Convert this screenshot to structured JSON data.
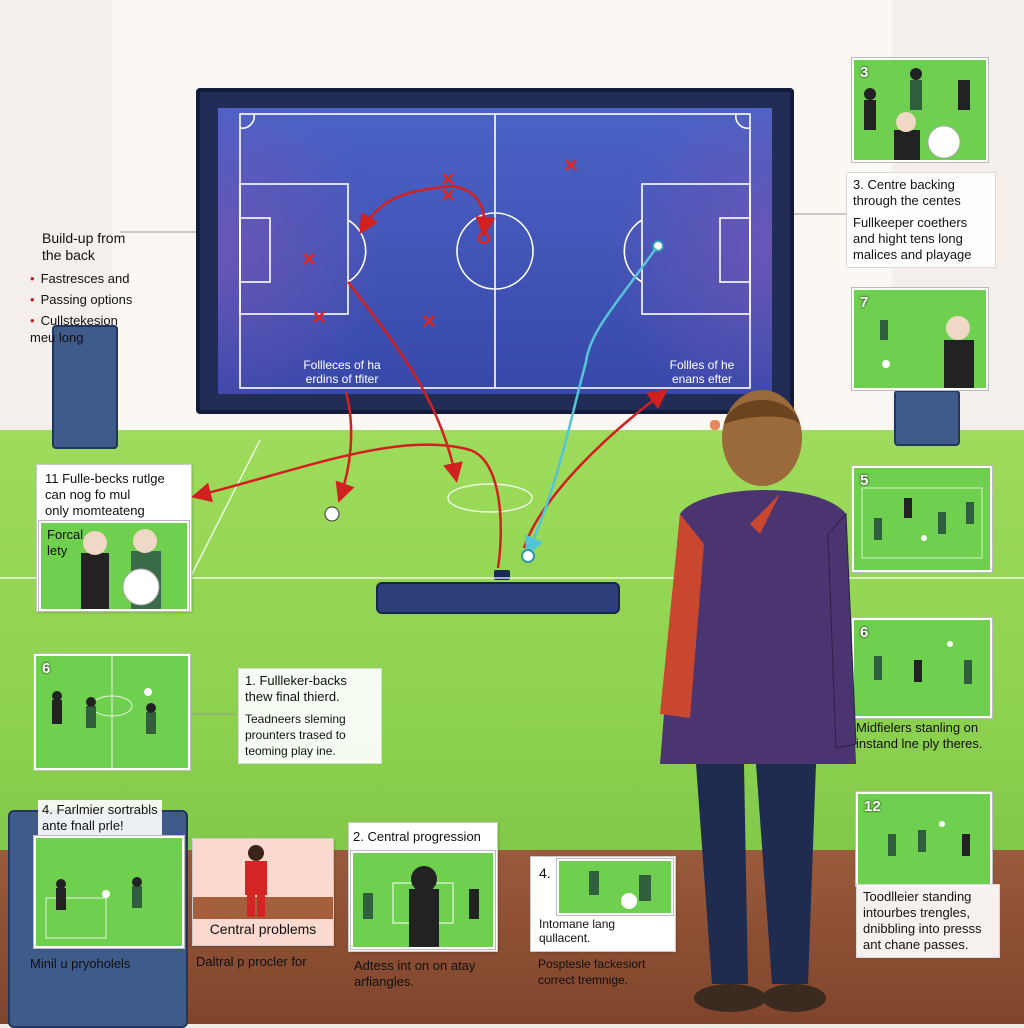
{
  "screen": {
    "caption_left": "Follleces of ha\nerdins of tfiter",
    "caption_right": "Follles of he\nenans efter"
  },
  "left_notes": {
    "title": "Build-up from\nthe back",
    "bullets": [
      "Fastresces and",
      "Passing options",
      "Cullstekesion\nmeu long"
    ]
  },
  "cards": {
    "card_11": {
      "text": "11  Fulle-becks rutlge\ncan nog fo mul\nonly momteateng",
      "sub": "Forcal\nlety"
    },
    "card_6_left": {
      "num": "6"
    },
    "card_1": {
      "title": "1.  Fullleker-backs\nthew final thierd.",
      "bullet": "Teadneers sleming\nprounters trased to\nteoming play ine."
    },
    "card_4": {
      "title": "4.  Farlmier sortrabls\nante fnall prle!",
      "caption": "Minil u pryoholels"
    },
    "card_central_problems": {
      "label": "Central problems",
      "caption": "Daltral p procler for"
    },
    "card_2": {
      "title": "2. Central progression",
      "caption": "Adtess int on on atay\narfiangles."
    },
    "card_4b": {
      "num": "4.",
      "text": "Intomane lang\nqullacent.",
      "caption": "Posptesle fackesiort\ncorrect tremnige."
    },
    "card_3": {
      "num": "3",
      "title": "3.  Centre backing\nthrough the centes",
      "text": "Fullkeeper coethers\nand hight tens long\nmalices and playage"
    },
    "card_7": {
      "num": "7"
    },
    "card_5": {
      "num": "5"
    },
    "card_6_right": {
      "num": "6",
      "caption": "Midfielers stanling on\ninstand lne ply theres."
    },
    "card_12": {
      "num": "12",
      "caption": "Toodlleier standing\nintourbes trengles,\ndnibbling into presss\nant chane passes."
    }
  },
  "colors": {
    "pitch_screen": "#4356bb",
    "arrow_red": "#d21f1f",
    "arrow_blue": "#55c4d6",
    "grass": "#8fd350",
    "coach_jacket": "#4a3570"
  }
}
